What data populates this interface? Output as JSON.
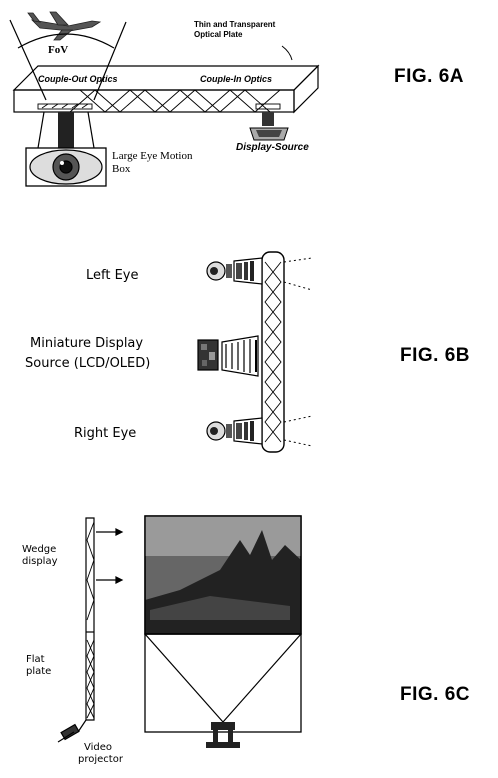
{
  "fig_a": {
    "label": "FIG. 6A",
    "plate_label_line1": "Thin and Transparent",
    "plate_label_line2": "Optical Plate",
    "fov": "FoV",
    "couple_out": "Couple-Out Optics",
    "couple_in": "Couple-In Optics",
    "display_source": "Display-Source",
    "eye_box_line1": "Large Eye Motion",
    "eye_box_line2": "Box"
  },
  "fig_b": {
    "label": "FIG. 6B",
    "left_eye": "Left Eye",
    "display_line1": "Miniature Display",
    "display_line2": "Source (LCD/OLED)",
    "right_eye": "Right Eye"
  },
  "fig_c": {
    "label": "FIG. 6C",
    "wedge_line1": "Wedge",
    "wedge_line2": "display",
    "flat_line1": "Flat",
    "flat_line2": "plate",
    "projector_line1": "Video",
    "projector_line2": "projector"
  }
}
